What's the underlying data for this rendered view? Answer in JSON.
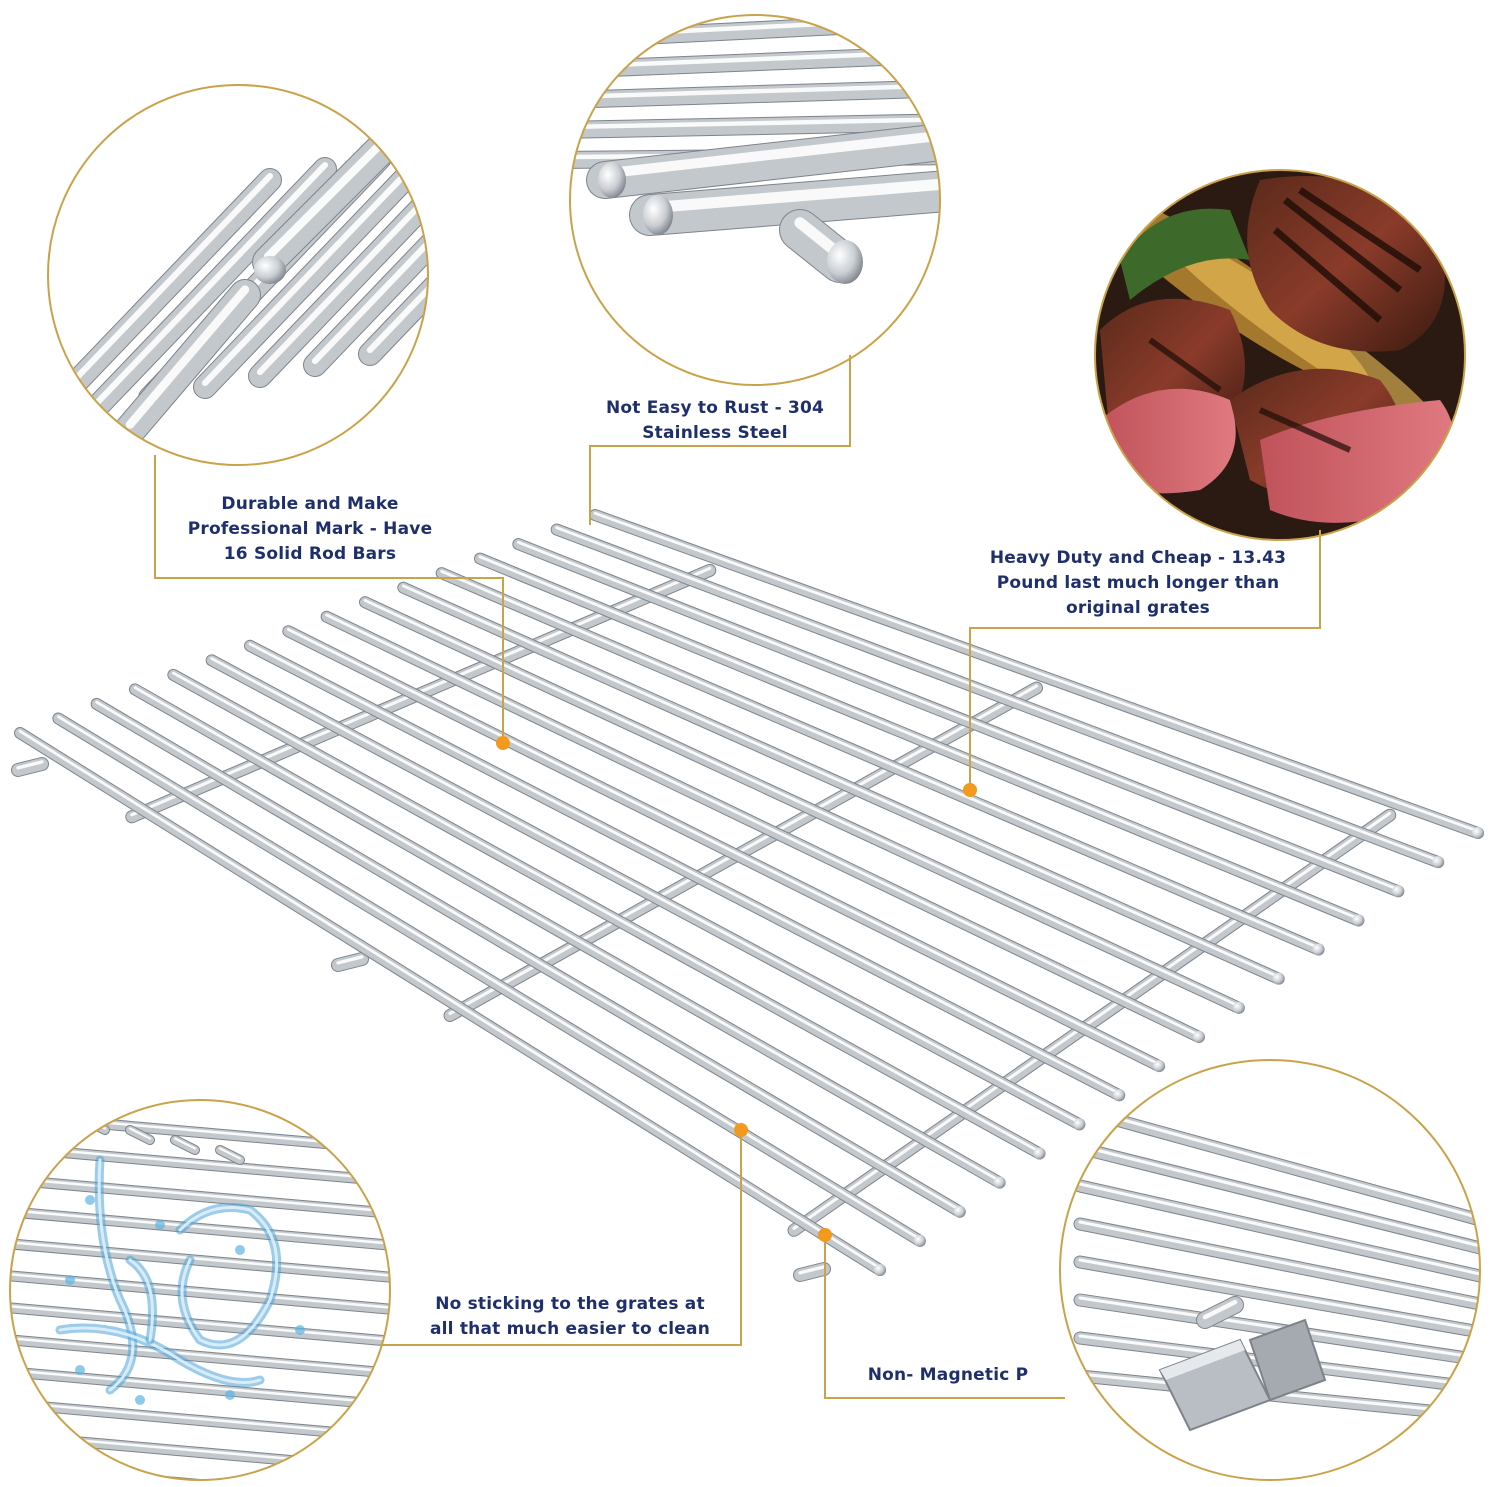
{
  "callouts": {
    "durable": {
      "line1": "Durable and Make",
      "line2": "Professional Mark - Have",
      "line3": "16 Solid Rod Bars"
    },
    "rust": {
      "line1": "Not Easy to Rust - 304",
      "line2": "Stainless Steel"
    },
    "heavy": {
      "line1": "Heavy Duty and Cheap - 13.43",
      "line2": "Pound last much longer than",
      "line3": "original grates"
    },
    "sticking": {
      "line1": "No sticking to the grates at",
      "line2": "all that much easier to clean"
    },
    "magnetic": {
      "line1": "Non- Magnetic  P"
    }
  },
  "colors": {
    "accent_gold": "#c9a24a",
    "text_navy": "#1f2f6b",
    "dot_orange": "#f29a1d",
    "steel": "#b9bec4"
  },
  "main_grate": {
    "rod_count": 16
  }
}
